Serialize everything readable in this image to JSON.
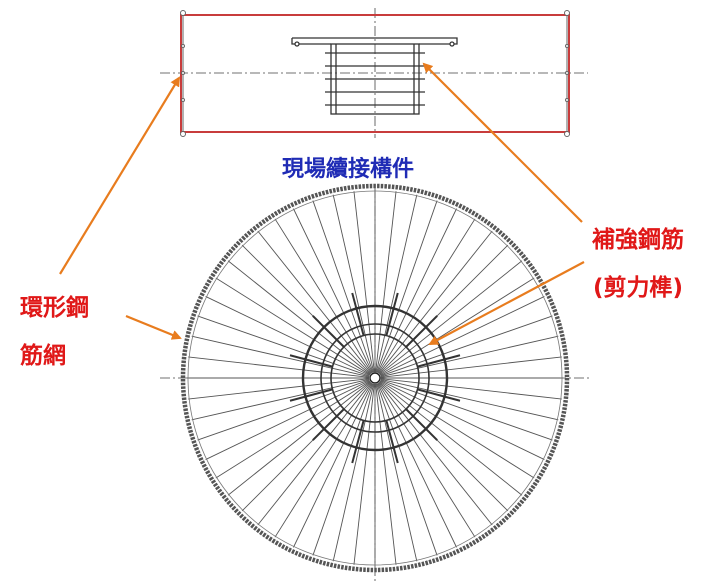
{
  "title": "現場續接構件",
  "labels": {
    "ring_mesh_line1": "環形鋼",
    "ring_mesh_line2": "筋網",
    "reinforcement_line1": "補強鋼筋",
    "reinforcement_line2": "(剪力榫)"
  },
  "colors": {
    "title": "#1f2bb5",
    "label_text": "#e01818",
    "arrow": "#e87c1e",
    "outline_red": "#c83c3c",
    "steel": "#555555"
  },
  "drawing": {
    "plan_radial_bar_count": 56,
    "inner_short_bar_count": 12
  }
}
